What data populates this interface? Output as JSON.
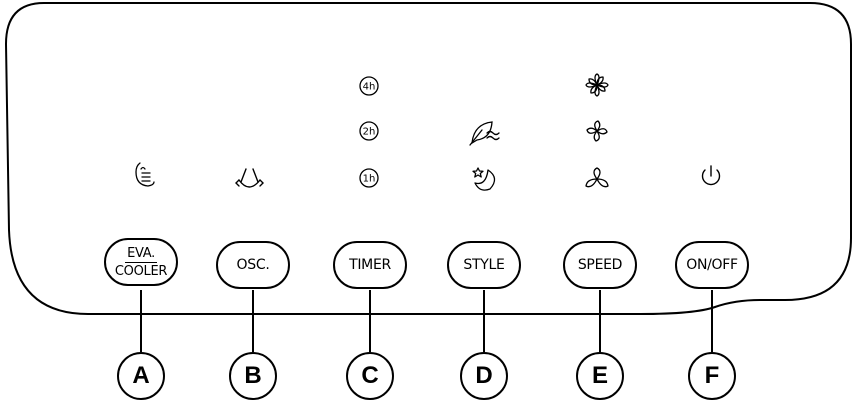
{
  "buttons": [
    {
      "id": "eva",
      "label_top": "EVA.",
      "label_bottom": "COOLER",
      "callout": "A"
    },
    {
      "id": "osc",
      "label": "OSC.",
      "callout": "B"
    },
    {
      "id": "timer",
      "label": "TIMER",
      "callout": "C"
    },
    {
      "id": "style",
      "label": "STYLE",
      "callout": "D"
    },
    {
      "id": "speed",
      "label": "SPEED",
      "callout": "E"
    },
    {
      "id": "onoff",
      "label": "ON/OFF",
      "callout": "F"
    }
  ],
  "timer_indicators": [
    "4h",
    "2h",
    "1h"
  ],
  "icons": {
    "evaporative": "evaporative-cooler-icon",
    "oscillation": "oscillation-icon",
    "style_natural": "natural-wind-icon",
    "style_sleep": "sleep-mode-icon",
    "speed_high": "fan-high-icon",
    "speed_medium": "fan-medium-icon",
    "speed_low": "fan-low-icon",
    "power": "power-icon"
  }
}
